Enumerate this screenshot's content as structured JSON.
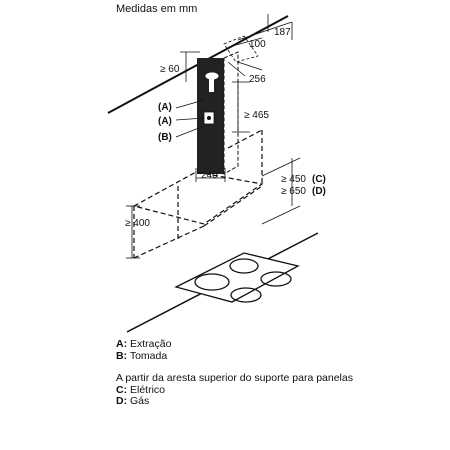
{
  "title": "Medidas em mm",
  "dimensions": {
    "d187": "187",
    "d100": "100",
    "d60": "≥ 60",
    "d256": "256",
    "d465": "≥ 465",
    "d240": "240",
    "d400": "≥ 400",
    "d450": "≥ 450",
    "d650": "≥ 650"
  },
  "markers": {
    "a1": "(A)",
    "a2": "(A)",
    "b": "(B)",
    "c": "(C)",
    "d": "(D)"
  },
  "legend": [
    {
      "key": "A:",
      "text": " Extração"
    },
    {
      "key": "B:",
      "text": " Tomada"
    }
  ],
  "notes": {
    "intro": "A partir da aresta superior do suporte para panelas",
    "items": [
      {
        "key": "C:",
        "text": " Elétrico"
      },
      {
        "key": "D:",
        "text": " Gás"
      }
    ]
  }
}
